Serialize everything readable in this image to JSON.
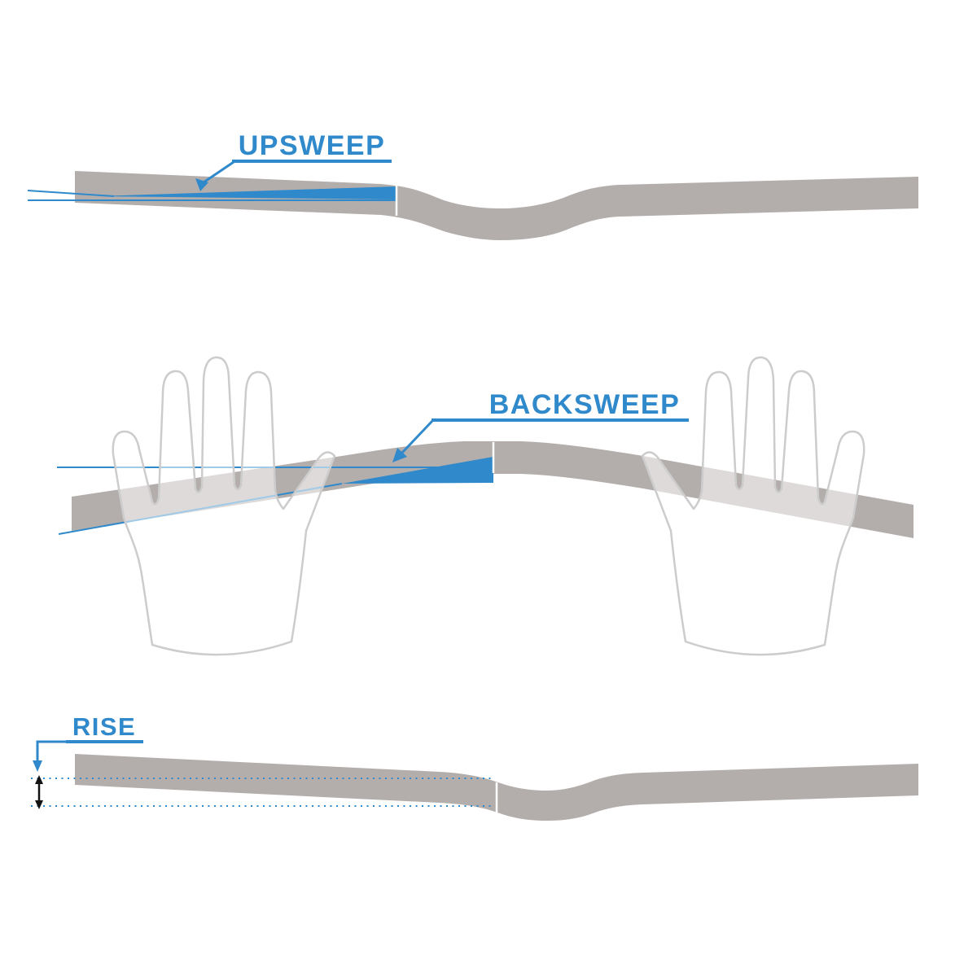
{
  "page": {
    "type": "annotated-illustration",
    "subject": "Bicycle handlebar geometry diagram showing upsweep, backsweep and rise"
  },
  "colors": {
    "accent": "#2f89cb",
    "bar_gray": "#b3aeab",
    "hand_outline": "#cccccc",
    "measure_black": "#121212",
    "background": "#ffffff"
  },
  "labels": {
    "upsweep": "UPSWEEP",
    "backsweep": "BACKSWEEP",
    "rise": "RISE"
  },
  "panels": [
    {
      "id": "upsweep",
      "label": "UPSWEEP",
      "view": "front view, blue wedge shows upward angle of grips"
    },
    {
      "id": "backsweep",
      "label": "BACKSWEEP",
      "view": "top view with two hand outlines, blue wedge shows rearward grip angle"
    },
    {
      "id": "rise",
      "label": "RISE",
      "view": "front view, black double arrow between dotted datum lines shows bar rise"
    }
  ]
}
